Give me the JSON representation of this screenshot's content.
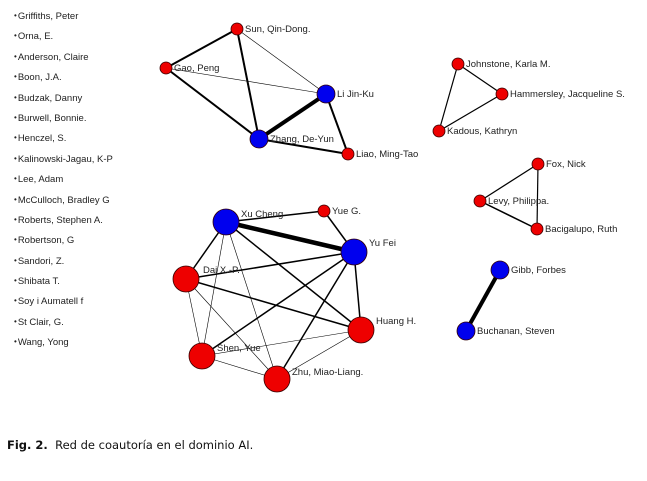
{
  "isolates": [
    "Griffiths, Peter",
    "Orna, E.",
    "Anderson, Claire",
    "Boon, J.A.",
    "Budzak, Danny",
    "Burwell, Bonnie.",
    "Henczel, S.",
    "Kalinowski-Jagau, K-P",
    "Lee, Adam",
    "McCulloch, Bradley G",
    "Roberts, Stephen A.",
    "Robertson, G",
    "Sandori, Z.",
    "Shibata T.",
    "Soy i Aumatell f",
    "St Clair, G.",
    "Wang, Yong"
  ],
  "bullet": "•",
  "colors": {
    "red": "#ee0000",
    "blue": "#0000ee"
  },
  "nodes": [
    {
      "id": "sun",
      "label": "Sun, Qin-Dong.",
      "color": "red",
      "size": "small"
    },
    {
      "id": "gao",
      "label": "Gao, Peng",
      "color": "red",
      "size": "small"
    },
    {
      "id": "li",
      "label": "Li Jin-Ku",
      "color": "blue",
      "size": "medium"
    },
    {
      "id": "zhang",
      "label": "Zhang, De-Yun",
      "color": "blue",
      "size": "medium"
    },
    {
      "id": "liao",
      "label": "Liao, Ming-Tao",
      "color": "red",
      "size": "small"
    },
    {
      "id": "johnstone",
      "label": "Johnstone, Karla M.",
      "color": "red",
      "size": "small"
    },
    {
      "id": "hammersley",
      "label": "Hammersley, Jacqueline S.",
      "color": "red",
      "size": "small"
    },
    {
      "id": "kadous",
      "label": "Kadous, Kathryn",
      "color": "red",
      "size": "small"
    },
    {
      "id": "fox",
      "label": "Fox, Nick",
      "color": "red",
      "size": "small"
    },
    {
      "id": "levy",
      "label": "Levy, Philippa.",
      "color": "red",
      "size": "small"
    },
    {
      "id": "bacigalupo",
      "label": "Bacigalupo, Ruth",
      "color": "red",
      "size": "small"
    },
    {
      "id": "gibb",
      "label": "Gibb, Forbes",
      "color": "blue",
      "size": "medium"
    },
    {
      "id": "buchanan",
      "label": "Buchanan, Steven",
      "color": "blue",
      "size": "medium"
    },
    {
      "id": "xu",
      "label": "Xu Cheng",
      "color": "blue",
      "size": "large"
    },
    {
      "id": "yueg",
      "label": "Yue G.",
      "color": "red",
      "size": "small"
    },
    {
      "id": "yufei",
      "label": "Yu Fei",
      "color": "blue",
      "size": "large"
    },
    {
      "id": "dai",
      "label": "Dai X.-P.",
      "color": "red",
      "size": "large"
    },
    {
      "id": "huang",
      "label": "Huang H.",
      "color": "red",
      "size": "large"
    },
    {
      "id": "shen",
      "label": "Shen, Yue",
      "color": "red",
      "size": "large"
    },
    {
      "id": "zhu",
      "label": "Zhu, Miao-Liang.",
      "color": "red",
      "size": "large"
    }
  ],
  "edges": [
    {
      "s": "sun",
      "t": "gao",
      "w": 2
    },
    {
      "s": "sun",
      "t": "zhang",
      "w": 2
    },
    {
      "s": "sun",
      "t": "li",
      "w": 0.6
    },
    {
      "s": "gao",
      "t": "li",
      "w": 0.6
    },
    {
      "s": "gao",
      "t": "zhang",
      "w": 2
    },
    {
      "s": "zhang",
      "t": "li",
      "w": 4
    },
    {
      "s": "li",
      "t": "liao",
      "w": 2
    },
    {
      "s": "zhang",
      "t": "liao",
      "w": 2
    },
    {
      "s": "johnstone",
      "t": "hammersley",
      "w": 1.2
    },
    {
      "s": "johnstone",
      "t": "kadous",
      "w": 1.2
    },
    {
      "s": "hammersley",
      "t": "kadous",
      "w": 1.2
    },
    {
      "s": "fox",
      "t": "levy",
      "w": 1.2
    },
    {
      "s": "fox",
      "t": "bacigalupo",
      "w": 1.2
    },
    {
      "s": "levy",
      "t": "bacigalupo",
      "w": 1.5
    },
    {
      "s": "gibb",
      "t": "buchanan",
      "w": 4
    },
    {
      "s": "xu",
      "t": "yueg",
      "w": 1.5
    },
    {
      "s": "yueg",
      "t": "yufei",
      "w": 1.5
    },
    {
      "s": "xu",
      "t": "yufei",
      "w": 4.5
    },
    {
      "s": "xu",
      "t": "dai",
      "w": 1.5
    },
    {
      "s": "xu",
      "t": "shen",
      "w": 0.6
    },
    {
      "s": "xu",
      "t": "zhu",
      "w": 0.6
    },
    {
      "s": "xu",
      "t": "huang",
      "w": 1.5
    },
    {
      "s": "yufei",
      "t": "dai",
      "w": 1.5
    },
    {
      "s": "yufei",
      "t": "shen",
      "w": 1.5
    },
    {
      "s": "yufei",
      "t": "zhu",
      "w": 1.5
    },
    {
      "s": "yufei",
      "t": "huang",
      "w": 1.5
    },
    {
      "s": "dai",
      "t": "huang",
      "w": 1.5
    },
    {
      "s": "dai",
      "t": "shen",
      "w": 0.6
    },
    {
      "s": "dai",
      "t": "zhu",
      "w": 0.6
    },
    {
      "s": "shen",
      "t": "huang",
      "w": 0.6
    },
    {
      "s": "shen",
      "t": "zhu",
      "w": 0.6
    },
    {
      "s": "zhu",
      "t": "huang",
      "w": 0.6
    }
  ],
  "caption": {
    "label": "Fig. 2.",
    "text": "Red de coautoría en el dominio AI."
  }
}
